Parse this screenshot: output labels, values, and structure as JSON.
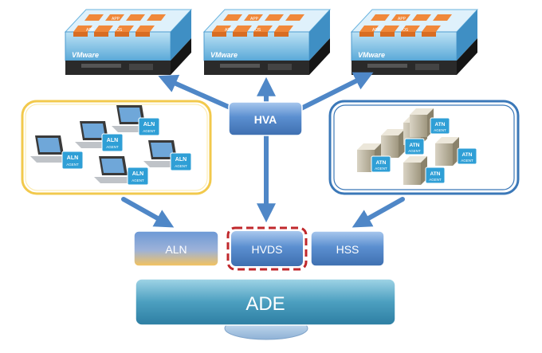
{
  "vmware_servers": [
    {
      "brand": "VMware",
      "vm_label_top": "APP",
      "vm_label_bottom": "OS"
    },
    {
      "brand": "VMware",
      "vm_label_top": "APP",
      "vm_label_bottom": "OS"
    },
    {
      "brand": "VMware",
      "vm_label_top": "APP",
      "vm_label_bottom": "OS"
    }
  ],
  "hva": {
    "label": "HVA"
  },
  "aln_group": {
    "agent_label_top": "ALN",
    "agent_label_bottom": "AGENT",
    "border_color": "#f2c94c"
  },
  "atn_group": {
    "agent_label_top": "ATN",
    "agent_label_bottom": "AGENT",
    "border_color": "#3b78b8"
  },
  "modules": {
    "aln": {
      "label": "ALN"
    },
    "hvds": {
      "label": "HVDS"
    },
    "hss": {
      "label": "HSS"
    }
  },
  "ade": {
    "label": "ADE"
  },
  "colors": {
    "arrow": "#4f87c7",
    "box_blue": "#4a7fbd",
    "vm_orange": "#f0883a",
    "hvds_border": "#c0282c"
  }
}
